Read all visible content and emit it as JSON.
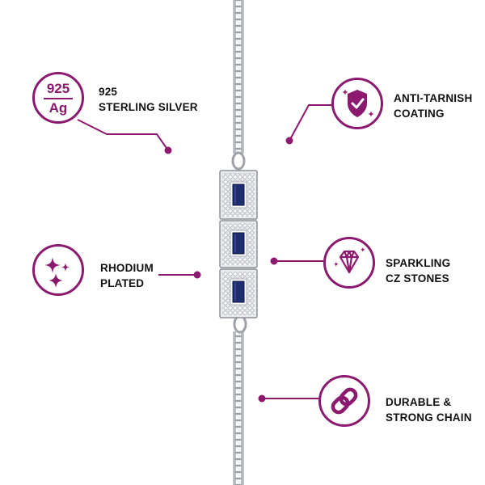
{
  "brand_color": "#8b1a6f",
  "features": {
    "silver": {
      "badge_number": "925",
      "badge_symbol": "Ag",
      "line1": "925",
      "line2": "STERLING SILVER"
    },
    "anti_tarnish": {
      "icon": "shield-check-icon",
      "line1": "ANTI-TARNISH",
      "line2": "COATING"
    },
    "rhodium": {
      "icon": "sparkles-icon",
      "line1": "RHODIUM",
      "line2": "PLATED"
    },
    "cz_stones": {
      "icon": "diamond-icon",
      "line1": "SPARKLING",
      "line2": "CZ STONES"
    },
    "chain": {
      "icon": "chain-link-icon",
      "line1": "DURABLE &",
      "line2": "STRONG CHAIN"
    }
  },
  "product": {
    "stone_color": "#1e2d6e",
    "metal_color": "#b9bcc3"
  }
}
